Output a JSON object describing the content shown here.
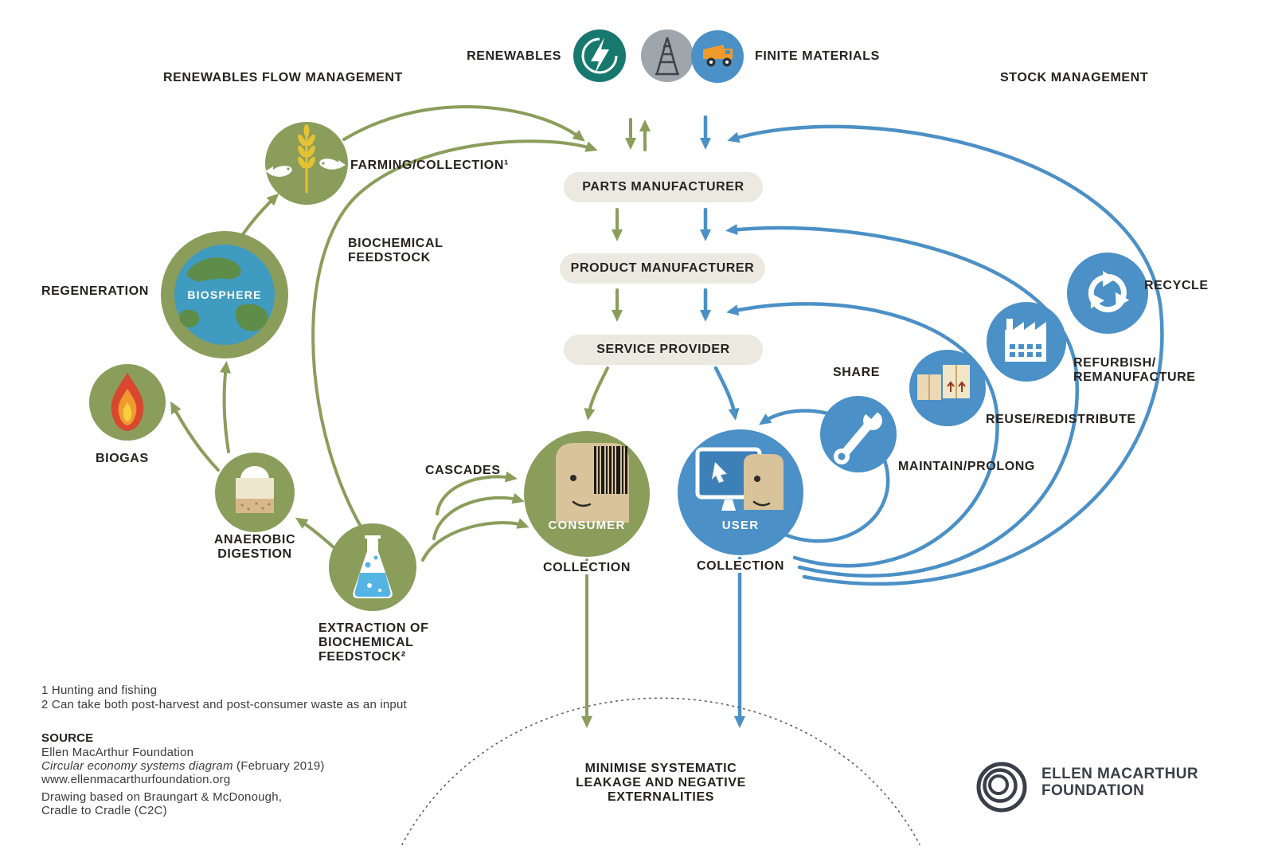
{
  "colors": {
    "green": "#8B9D5B",
    "blue": "#4B90C6",
    "teal": "#17796D",
    "gray_circle": "#9EA5AB",
    "pill_bg": "#ECEAE0",
    "text": "#26221F",
    "logo": "#3A3F49"
  },
  "icons": {
    "renewable_energy_icon": "lightning-bolt-in-teal-circle",
    "oil_derrick_icon": "derrick-in-gray-circle",
    "mining_truck_icon": "orange-truck-in-blue-circle",
    "farming_icon": "wheat-and-fish",
    "biosphere_icon": "earth-globe",
    "biogas_icon": "flame",
    "anaerobic_icon": "digester-tank",
    "extraction_icon": "laboratory-flask",
    "consumer_icon": "face-with-barcode",
    "user_icon": "face-with-monitor",
    "maintain_icon": "wrench",
    "reuse_icon": "shipping-boxes",
    "refurbish_icon": "factory",
    "recycle_icon": "recycling-arrows",
    "emf_logo_icon": "concentric-rings"
  },
  "top": {
    "renewables": "RENEWABLES",
    "finite_materials": "FINITE MATERIALS",
    "renewables_flow_management": "RENEWABLES FLOW MANAGEMENT",
    "stock_management": "STOCK MANAGEMENT"
  },
  "center": {
    "parts_manufacturer": "PARTS MANUFACTURER",
    "product_manufacturer": "PRODUCT MANUFACTURER",
    "service_provider": "SERVICE PROVIDER",
    "consumer": "CONSUMER",
    "user": "USER",
    "collection_left": "COLLECTION",
    "collection_right": "COLLECTION",
    "minimise_line1": "MINIMISE SYSTEMATIC",
    "minimise_line2": "LEAKAGE AND NEGATIVE",
    "minimise_line3": "EXTERNALITIES"
  },
  "left": {
    "farming_collection": "FARMING/COLLECTION¹",
    "biochemical_line1": "BIOCHEMICAL",
    "biochemical_line2": "FEEDSTOCK",
    "regeneration": "REGENERATION",
    "biosphere": "BIOSPHERE",
    "biogas": "BIOGAS",
    "anaerobic_line1": "ANAEROBIC",
    "anaerobic_line2": "DIGESTION",
    "extraction_line1": "EXTRACTION OF",
    "extraction_line2": "BIOCHEMICAL",
    "extraction_line3": "FEEDSTOCK²",
    "cascades": "CASCADES"
  },
  "right": {
    "share": "SHARE",
    "maintain_prolong": "MAINTAIN/PROLONG",
    "reuse_redistribute": "REUSE/REDISTRIBUTE",
    "refurbish_line1": "REFURBISH/",
    "refurbish_line2": "REMANUFACTURE",
    "recycle": "RECYCLE"
  },
  "footnotes": {
    "note1": "1 Hunting and fishing",
    "note2": "2 Can take both post-harvest and post-consumer waste as an input"
  },
  "source": {
    "heading": "SOURCE",
    "org": "Ellen MacArthur Foundation",
    "diagram_title": "Circular economy systems diagram",
    "diagram_date": " (February 2019)",
    "url": "www.ellenmacarthurfoundation.org",
    "credit_line1": "Drawing based on Braungart & McDonough,",
    "credit_line2": "Cradle to Cradle (C2C)"
  },
  "logo": {
    "line1": "ELLEN MACARTHUR",
    "line2": "FOUNDATION"
  }
}
